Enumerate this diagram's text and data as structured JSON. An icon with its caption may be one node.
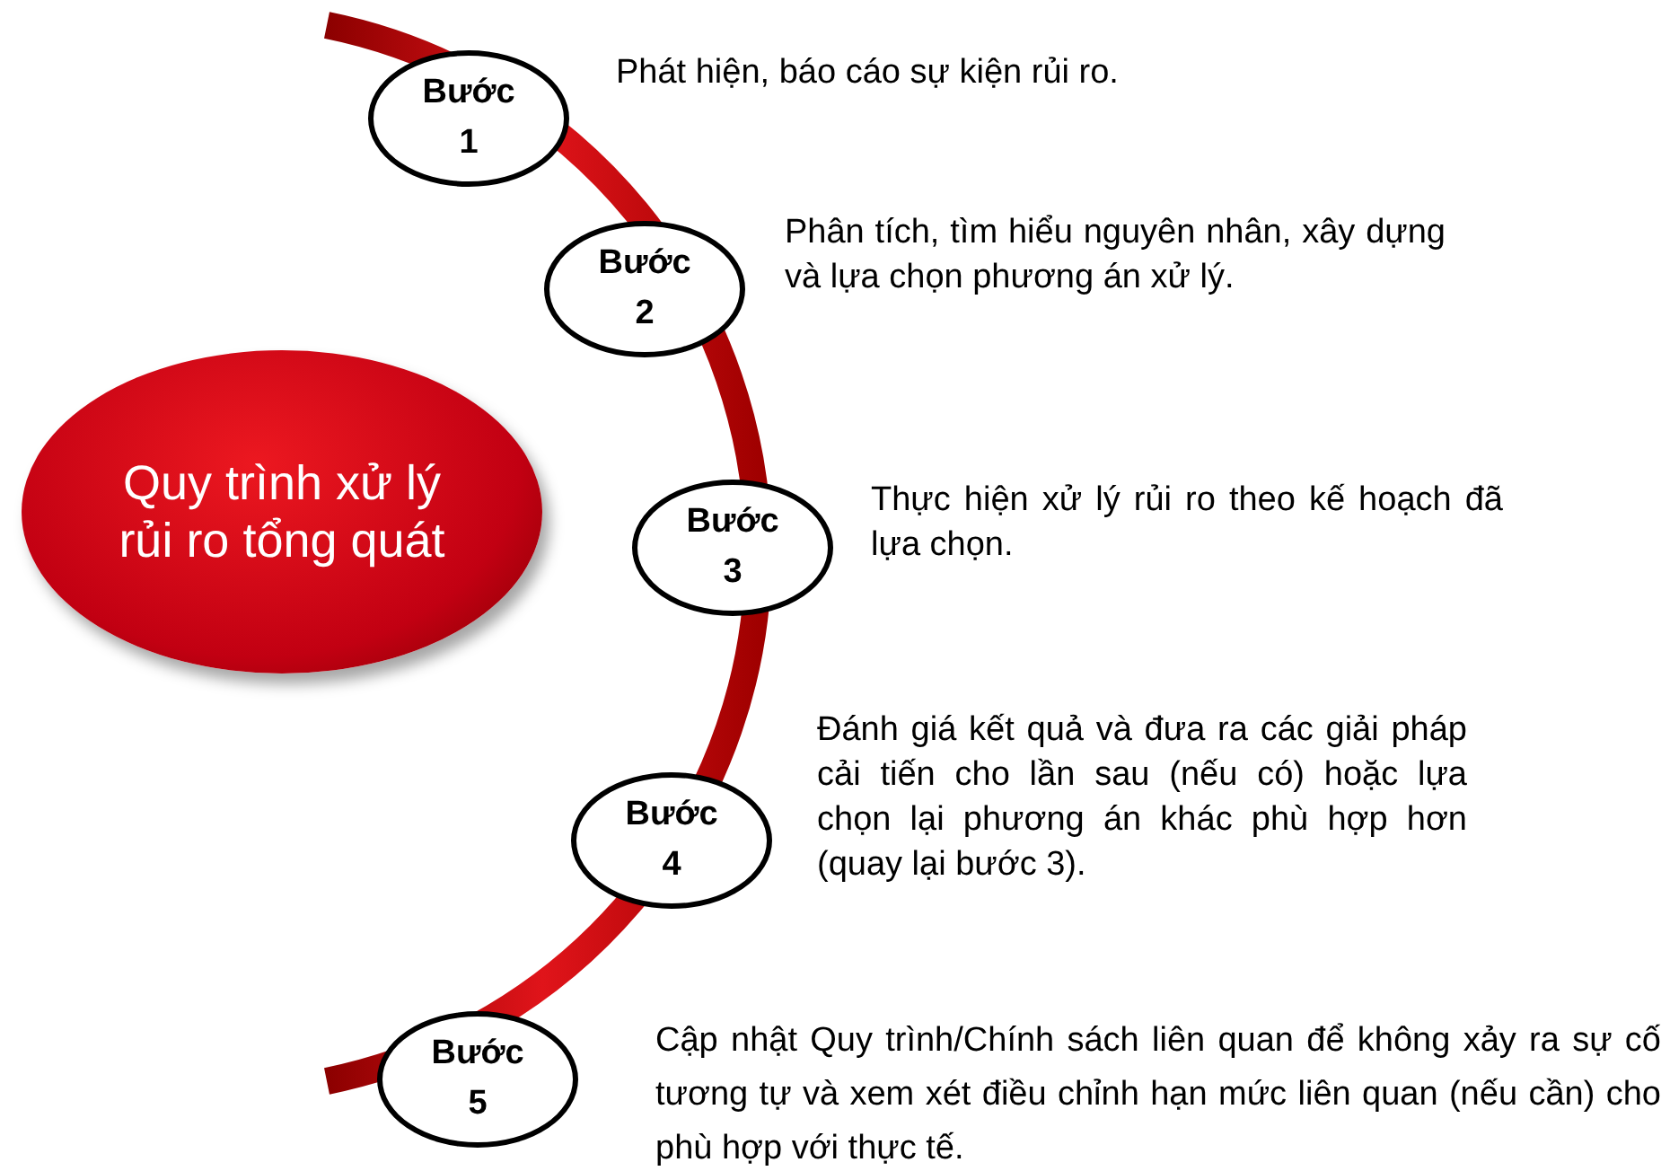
{
  "diagram": {
    "nodes": [
      {
        "text": [
          "Quy trình xử lý rủi ro tổng quát"
        ]
      },
      {
        "text": [
          "Bước 1"
        ],
        "beside": [
          "Phát hiện, báo cáo sự kiện rủi ro."
        ]
      },
      {
        "text": [
          "Bước 2"
        ],
        "beside": [
          "Phân tích, tìm hiểu nguyên nhân, xây dựng và lựa chọn phương án xử lý."
        ]
      },
      {
        "text": [
          "Bước 3"
        ],
        "beside": [
          "Thực hiện xử lý rủi ro theo kế hoạch đã lựa chọn."
        ]
      },
      {
        "text": [
          "Bước 4"
        ],
        "beside": [
          "Đánh giá kết quả và đưa ra các giải pháp cải tiến cho lần sau (nếu có) hoặc lựa chọn lại phương án khác phù hợp hơn (quay lại bước 3)."
        ]
      },
      {
        "text": [
          "Bước 5"
        ],
        "beside": [
          "Cập nhật Quy trình/Chính sách liên quan để không xảy ra sự cố tương tự và xem xét điều chỉnh hạn mức liên quan (nếu cần) cho phù hợp với thực tế."
        ]
      }
    ]
  }
}
